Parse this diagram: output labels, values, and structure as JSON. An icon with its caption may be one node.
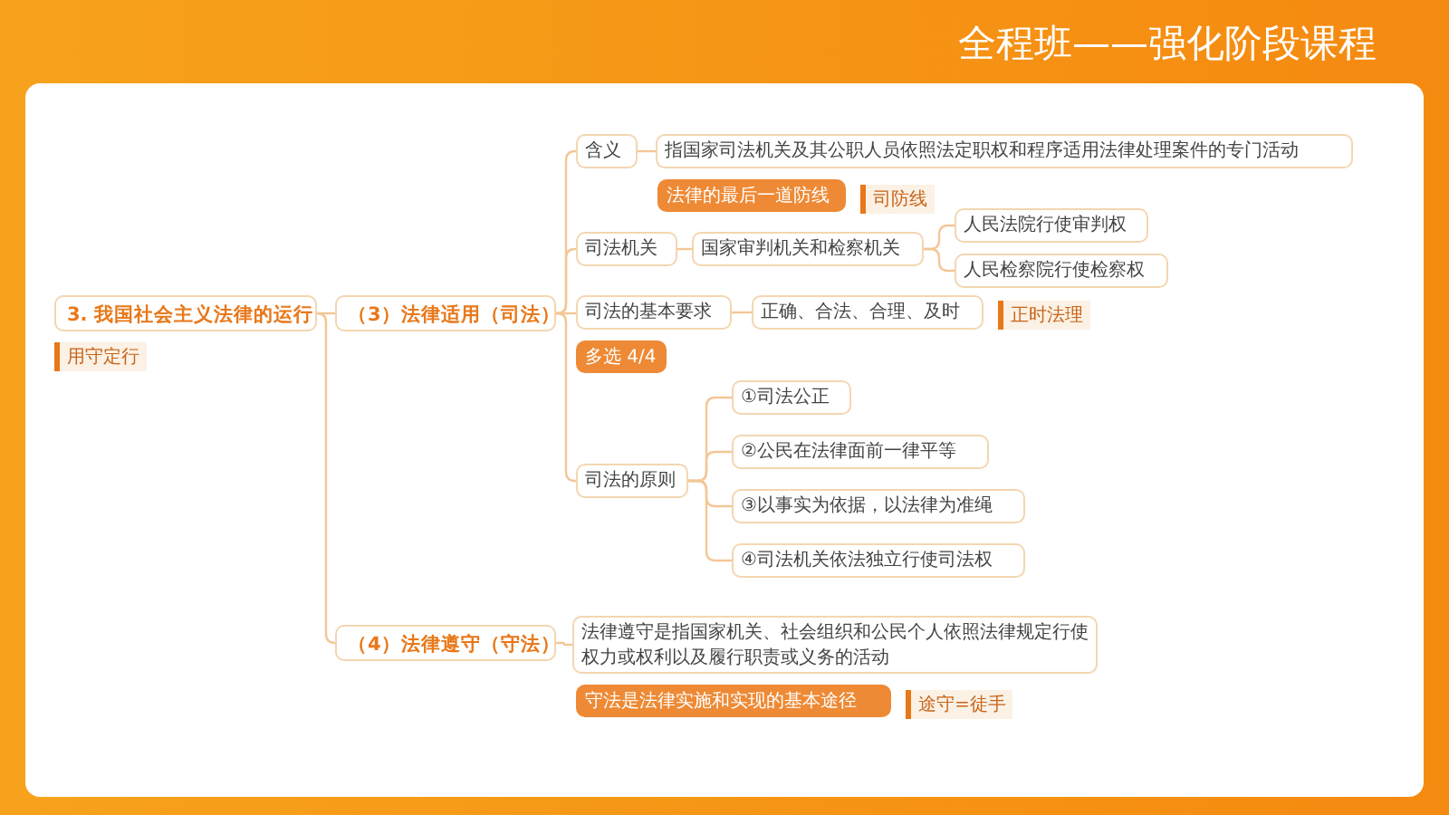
{
  "diagram": {
    "title": "全程班——强化阶段课程",
    "nodes": [
      {
        "text": [
          "3. 我国社会主义法律的运行"
        ],
        "beside": [
          "用守定行"
        ]
      },
      {
        "text": [
          "（3）法律适用（司法）"
        ]
      },
      {
        "text": [
          "含义"
        ]
      },
      {
        "text": [
          "指国家司法机关及其公职人员依照法定职权和程序适用法律处理案件的专门活动"
        ]
      },
      {
        "text": [
          "法律的最后一道防线"
        ],
        "beside": [
          "司防线"
        ]
      },
      {
        "text": [
          "司法机关"
        ]
      },
      {
        "text": [
          "国家审判机关和检察机关"
        ]
      },
      {
        "text": [
          "人民法院行使审判权"
        ]
      },
      {
        "text": [
          "人民检察院行使检察权"
        ]
      },
      {
        "text": [
          "司法的基本要求"
        ]
      },
      {
        "text": [
          "正确、合法、合理、及时"
        ],
        "beside": [
          "正时法理"
        ]
      },
      {
        "text": [
          "多选 4/4"
        ]
      },
      {
        "text": [
          "司法的原则"
        ]
      },
      {
        "text": [
          "①司法公正"
        ]
      },
      {
        "text": [
          "②公民在法律面前一律平等"
        ]
      },
      {
        "text": [
          "③以事实为依据，以法律为准绳"
        ]
      },
      {
        "text": [
          "④司法机关依法独立行使司法权"
        ]
      },
      {
        "text": [
          "（4）法律遵守（守法）"
        ]
      },
      {
        "text": [
          "法律遵守是指国家机关、社会组织和公民个人依照法律规定行使权力或权利以及履行职责或义务的活动"
        ]
      },
      {
        "text": [
          "守法是法律实施和实现的基本途径"
        ],
        "beside": [
          "途守=徒手"
        ]
      }
    ],
    "edges": [
      {
        "from": 0,
        "to": 1,
        "arrow": "none"
      },
      {
        "from": 0,
        "to": 17,
        "arrow": "none"
      },
      {
        "from": 1,
        "to": 2,
        "arrow": "none"
      },
      {
        "from": 1,
        "to": 5,
        "arrow": "none"
      },
      {
        "from": 1,
        "to": 9,
        "arrow": "none"
      },
      {
        "from": 1,
        "to": 12,
        "arrow": "none"
      },
      {
        "from": 2,
        "to": 3,
        "arrow": "none"
      },
      {
        "from": 5,
        "to": 6,
        "arrow": "none"
      },
      {
        "from": 6,
        "to": 7,
        "arrow": "none"
      },
      {
        "from": 6,
        "to": 8,
        "arrow": "none"
      },
      {
        "from": 9,
        "to": 10,
        "arrow": "none"
      },
      {
        "from": 12,
        "to": 13,
        "arrow": "none"
      },
      {
        "from": 12,
        "to": 14,
        "arrow": "none"
      },
      {
        "from": 12,
        "to": 15,
        "arrow": "none"
      },
      {
        "from": 12,
        "to": 16,
        "arrow": "none"
      },
      {
        "from": 17,
        "to": 18,
        "arrow": "none"
      }
    ]
  }
}
